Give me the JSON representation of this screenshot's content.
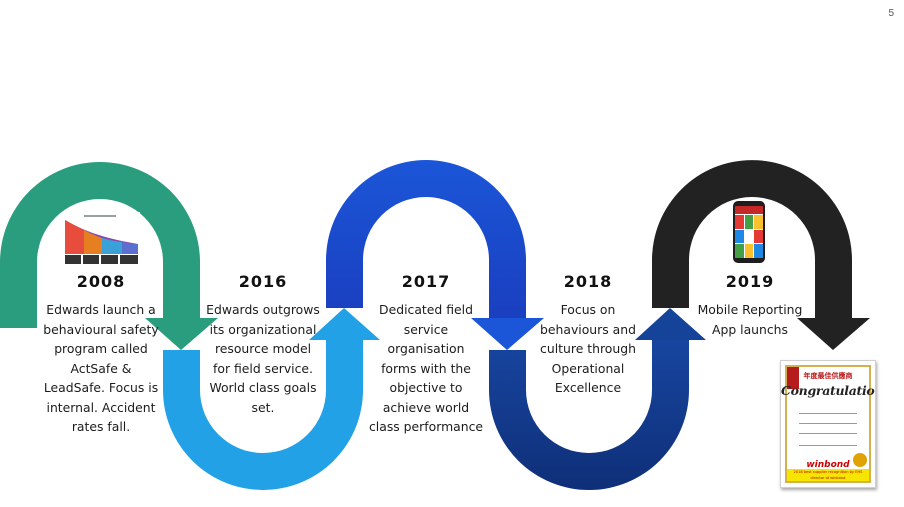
{
  "page_number": "5",
  "milestones": [
    {
      "year": "2008",
      "lines": [
        "Edwards launch a",
        "behavioural safety",
        "program called",
        "ActSafe &",
        "LeadSafe. Focus is",
        "internal. Accident",
        "rates fall."
      ]
    },
    {
      "year": "2016",
      "lines": [
        "Edwards outgrows",
        "its organizational",
        "resource model",
        "for field service.",
        "World class goals",
        "set."
      ]
    },
    {
      "year": "2017",
      "lines": [
        "Dedicated field",
        "service",
        "organisation",
        "forms with the",
        "objective to",
        "achieve world",
        "class performance"
      ]
    },
    {
      "year": "2018",
      "lines": [
        "Focus on",
        "behaviours and",
        "culture through",
        "Operational",
        "Excellence"
      ]
    },
    {
      "year": "2019",
      "lines": [
        "Mobile Reporting",
        "App launchs"
      ]
    }
  ],
  "ribbon_colors": {
    "green": "#2a9d7f",
    "light_blue": "#22a1e6",
    "blue": "#1b4fd0",
    "navy": "#143a8c",
    "black": "#222222"
  },
  "certificate": {
    "heading": "年度最佳供應商",
    "title": "Congratulations",
    "brand": "winbond",
    "footer": "2018 best supplier recognition by EHS director of winbond"
  },
  "icons": {
    "thumbnail": "chart-thumbnail-icon",
    "phone": "mobile-phone-icon"
  }
}
